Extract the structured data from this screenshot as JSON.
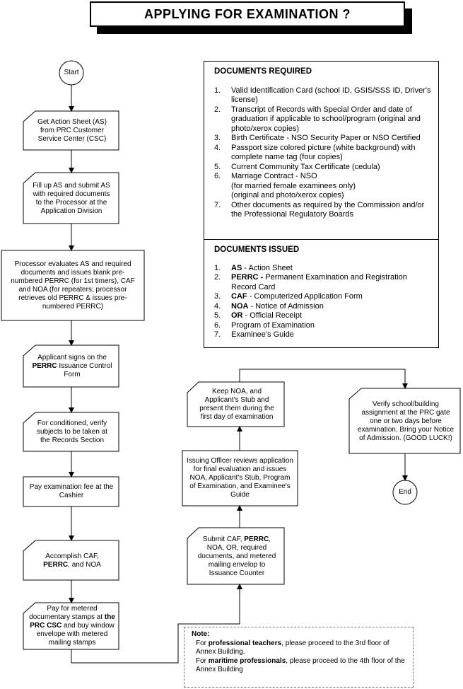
{
  "title": "APPLYING  FOR  EXAMINATION ?",
  "nodes": {
    "start": "Start",
    "n1": "Get Action Sheet (AS) from PRC Customer Service Center (CSC)",
    "n2": "Fill up AS and submit AS with required documents to the Processor at the Application Division",
    "n3": "Processor evaluates AS and required documents and issues blank pre-numbered PERRC (for 1st timers), CAF and NOA (for repeaters; processor retrieves old PERRC & issues pre-numbered PERRC)",
    "n4_pre": "Applicant signs on the ",
    "n4_bold": "PERRC",
    "n4_post": " Issuance Control Form",
    "n5": "For conditioned, verify subjects to be taken at the Records Section",
    "n6": "Pay examination fee at the Cashier",
    "n7_pre": "Accomplish CAF, ",
    "n7_bold": "PERRC",
    "n7_post": ", and NOA",
    "n8_pre": "Pay for metered documentary stamps at ",
    "n8_bold": "the PRC CSC",
    "n8_post": " and buy window envelope with metered mailing stamps",
    "n9_pre": "Submit CAF, ",
    "n9_bold": "PERRC",
    "n9_post": ", NOA, OR, required documents, and metered mailing envelop to Issuance Counter",
    "n10": "Issuing Officer reviews application for final evaluation and issues NOA, Applicant's Stub, Program of Examination, and Examinee's Guide",
    "n11": "Keep NOA, and Applicant's Stub and present them during the first day of examination",
    "n12": "Verify school/building assignment at the PRC gate one or two days before examination. Bring your Notice of Admission. (GOOD LUCK!)",
    "end": "End"
  },
  "docs_required": {
    "heading": "DOCUMENTS REQUIRED",
    "items": [
      {
        "n": "1.",
        "t": "Valid Identification Card (school ID, GSIS/SSS ID, Driver's license)"
      },
      {
        "n": "2.",
        "t": "Transcript of Records with Special Order and date of graduation if applicable to school/program (original and photo/xerox copies)"
      },
      {
        "n": "3.",
        "t": "Birth Certificate - NSO Security Paper or NSO Certified"
      },
      {
        "n": "4.",
        "t": "Passport size colored picture (white background) with complete name tag (four copies)"
      },
      {
        "n": "5.",
        "t": "Current Community Tax Certificate (cedula)"
      },
      {
        "n": "6.",
        "t": "Marriage Contract - NSO\n(for married female examinees only)\n(original and photo/xerox copies)"
      },
      {
        "n": "7.",
        "t": "Other documents as required by the Commission and/or the Professional Regulatory Boards"
      }
    ]
  },
  "docs_issued": {
    "heading": "DOCUMENTS ISSUED",
    "items": [
      {
        "n": "1.",
        "b": "AS",
        "t": " - Action Sheet"
      },
      {
        "n": "2.",
        "b": "PERRC -",
        "t": " Permanent Examination and Registration Record Card"
      },
      {
        "n": "3.",
        "b": "CAF",
        "t": " - Computerized Application Form"
      },
      {
        "n": "4.",
        "b": "NOA",
        "t": " - Notice of Admission"
      },
      {
        "n": "5.",
        "b": "OR",
        "t": " - Official Receipt"
      },
      {
        "n": "6.",
        "b": "",
        "t": "Program of Examination"
      },
      {
        "n": "7.",
        "b": "",
        "t": "Examinee's Guide"
      }
    ]
  },
  "note": {
    "title": "Note:",
    "l1_pre": "For ",
    "l1_bold": "professional teachers",
    "l1_post": ", please proceed to the 3rd floor of Annex Building.",
    "l2_pre": "For ",
    "l2_bold": "maritime professionals",
    "l2_post": ", please proceed to the 4th floor of the Annex Building"
  }
}
